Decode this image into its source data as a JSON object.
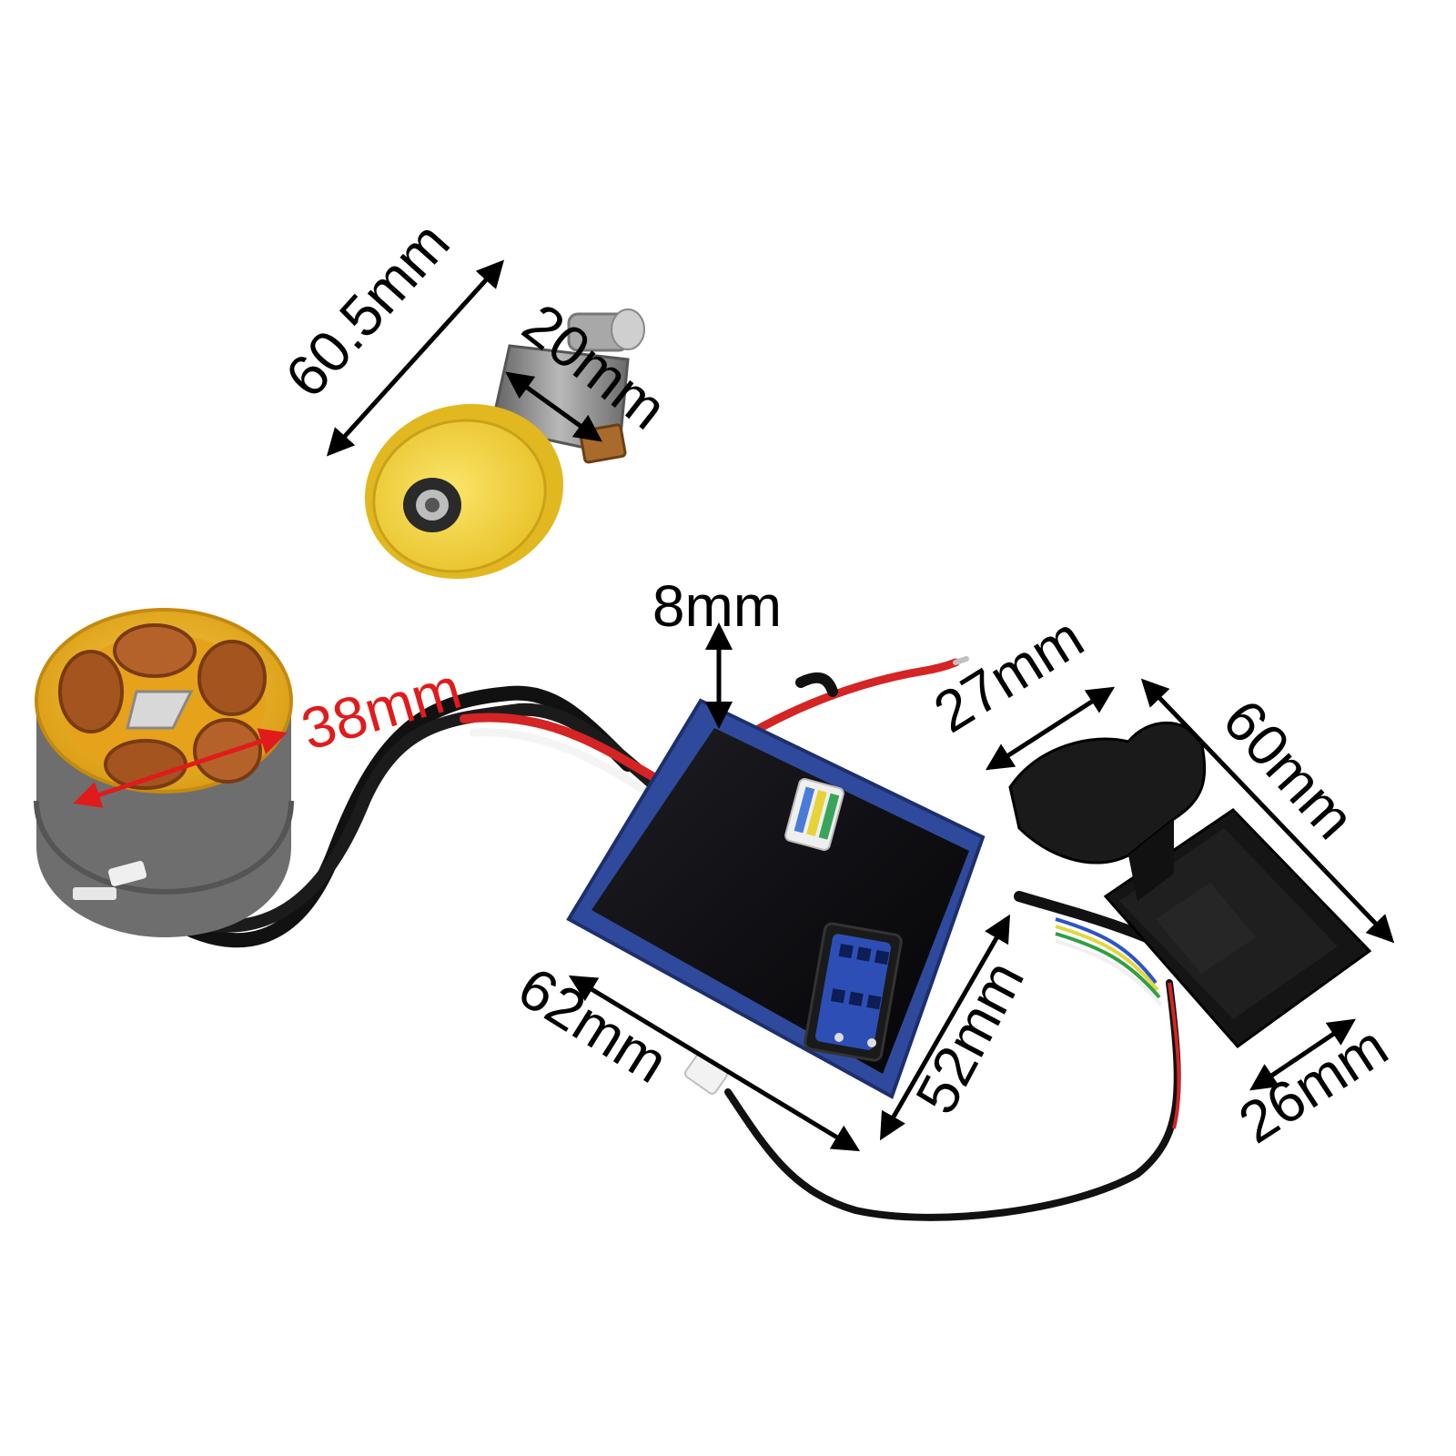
{
  "dimensions": {
    "rotor_length": "60.5mm",
    "rotor_diameter": "20mm",
    "stator_diameter": "38mm",
    "board_thickness": "8mm",
    "board_length": "62mm",
    "board_width": "52mm",
    "switch_width": "27mm",
    "switch_length": "60mm",
    "switch_depth": "26mm"
  },
  "colors": {
    "stator_yellow": "#f2b51f",
    "copper": "#b5622a",
    "steel": "#8c8c8c",
    "rotor_gear": "#f5d63d",
    "board_blue": "#2f4a9c",
    "board_black": "#0c0c10",
    "switch_black": "#151515",
    "wire_red": "#d42424",
    "accent_red": "#e11b1b",
    "wire_black": "#111111"
  }
}
